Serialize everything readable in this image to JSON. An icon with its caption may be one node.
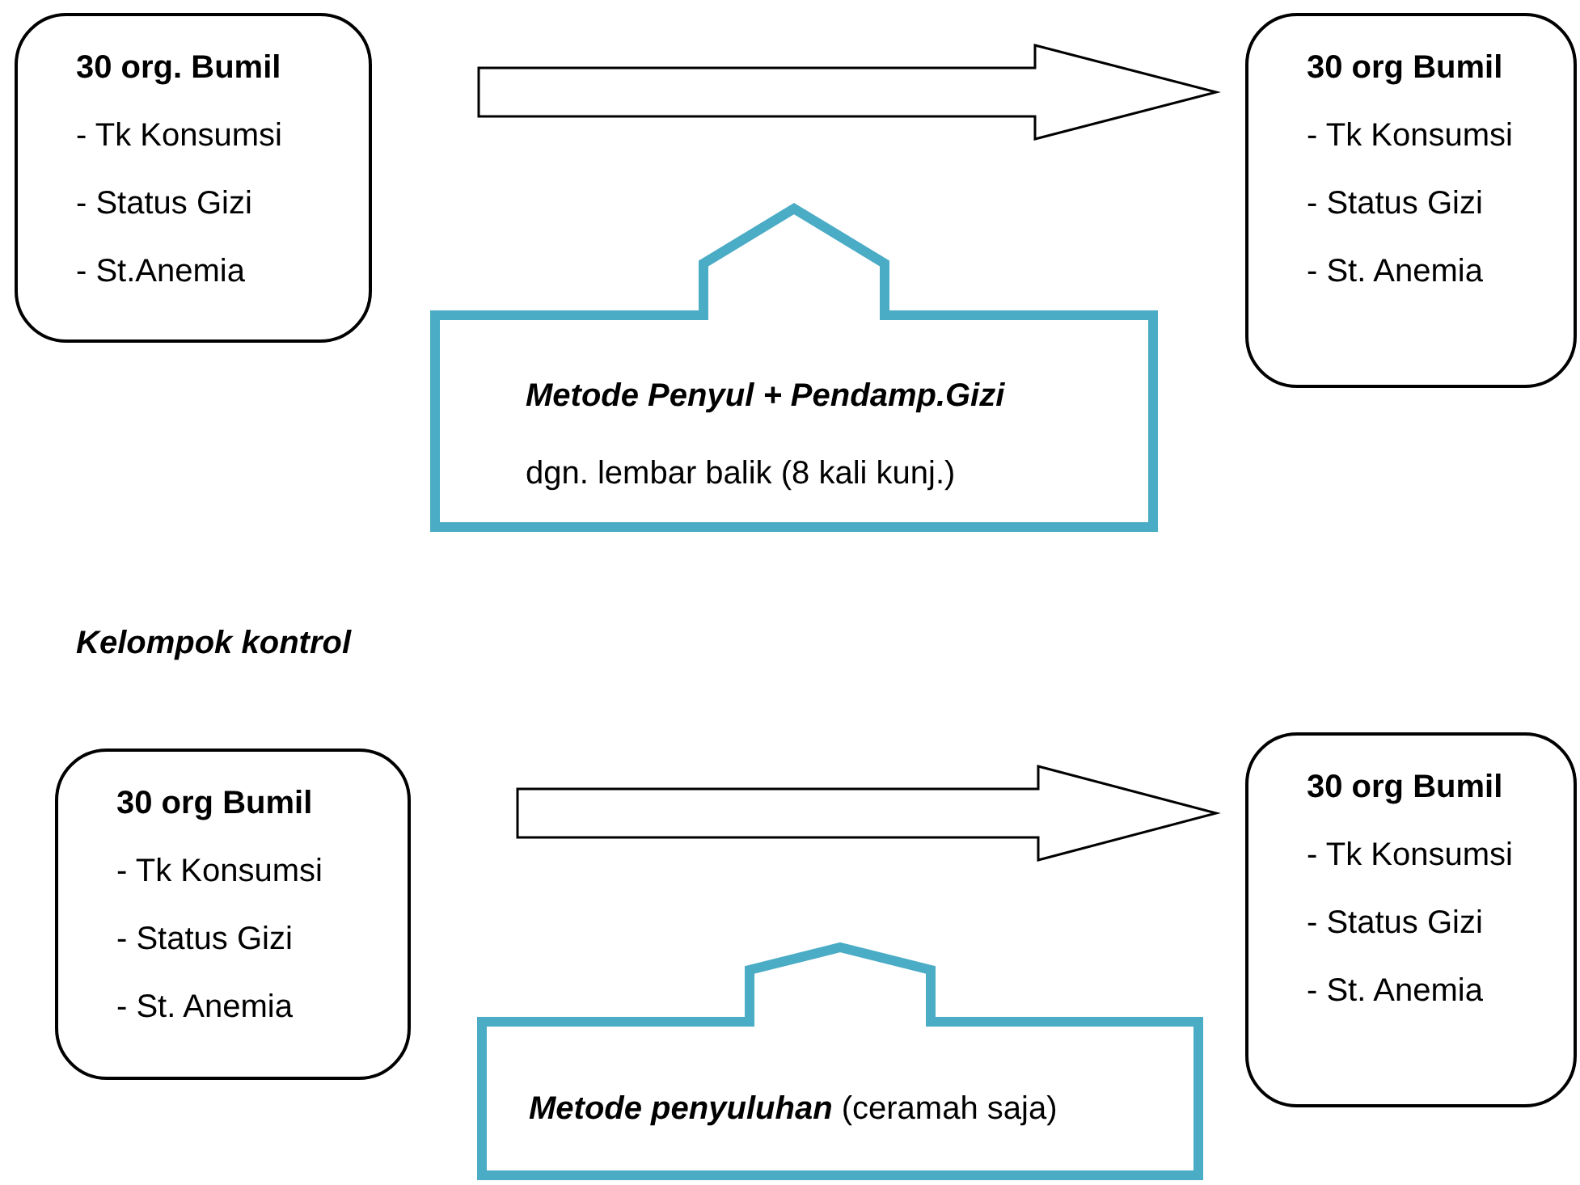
{
  "diagram": {
    "nodes": [
      {
        "text": [
          "30 org. Bumil",
          "- Tk Konsumsi",
          "- Status Gizi",
          "- St.Anemia"
        ]
      },
      {
        "text": [
          "30 org Bumil",
          "- Tk Konsumsi",
          "- Status Gizi",
          "- St. Anemia"
        ]
      },
      {
        "text": [
          "Metode Penyul + Pendamp.Gizi",
          "dgn. lembar balik (8 kali kunj.)"
        ]
      },
      {
        "text": [
          "30 org Bumil",
          "- Tk Konsumsi",
          "- Status Gizi",
          "- St. Anemia"
        ]
      },
      {
        "text": [
          "30 org Bumil",
          "- Tk Konsumsi",
          "- Status Gizi",
          "- St. Anemia"
        ]
      },
      {
        "text": [
          "**Metode penyuluhan** (ceramah saja)"
        ]
      }
    ],
    "edges": [
      {
        "from": 0,
        "to": 1,
        "arrow": "to"
      },
      {
        "from": 3,
        "to": 4,
        "arrow": "to"
      }
    ],
    "labels": [
      "Kelompok kontrol"
    ]
  }
}
